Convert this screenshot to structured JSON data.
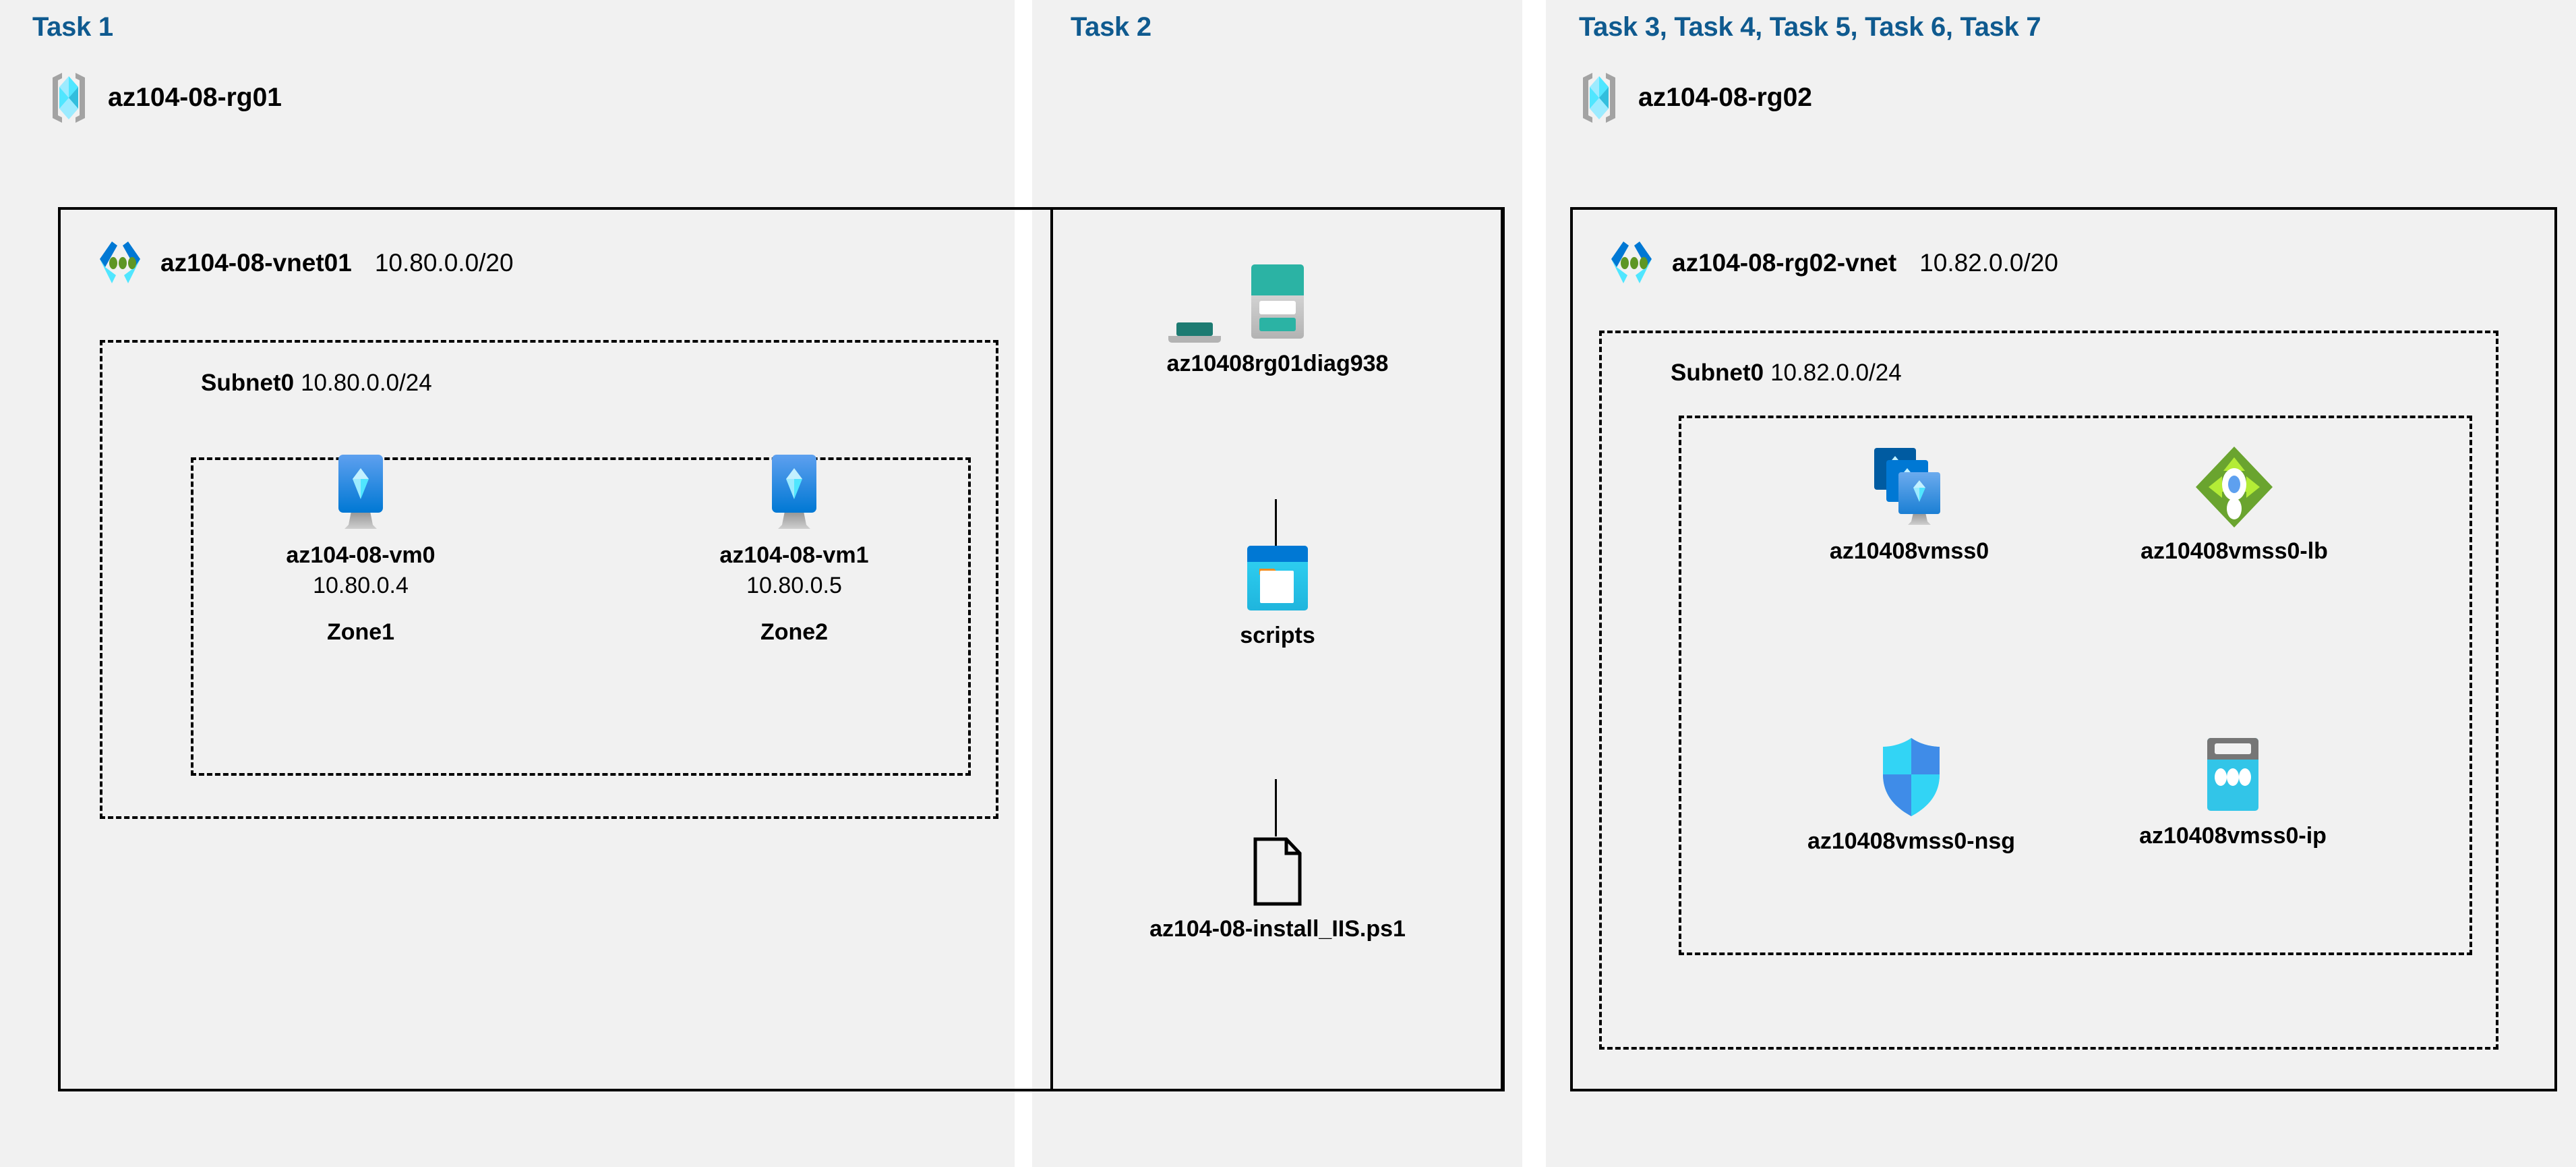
{
  "panels": [
    {
      "id": "task1",
      "heading": "Task 1"
    },
    {
      "id": "task2",
      "heading": "Task 2"
    },
    {
      "id": "task3",
      "heading": "Task 3, Task 4, Task 5, Task 6, Task 7"
    }
  ],
  "colors": {
    "panel_background": "#f1f1f1",
    "page_background": "#ffffff",
    "heading_blue": "#0f5a8f",
    "border_black": "#000000",
    "vm_blue": "#3f8ce8",
    "vmss_dark_blue": "#005ba1",
    "lb_green": "#6aa42f",
    "storage_teal": "#2bb3a4",
    "folder_blue": "#32bedd",
    "nsg_blue": "#32bedd",
    "ip_teal": "#32c5e8",
    "rg_cyan": "#50e6ff",
    "vnet_green_dot": "#5e9624"
  },
  "task1": {
    "heading": "Task 1",
    "resource_group": {
      "icon": "resource-group-icon",
      "name": "az104-08-rg01"
    },
    "vnet": {
      "icon": "virtual-network-icon",
      "name": "az104-08-vnet01",
      "cidr": "10.80.0.0/20"
    },
    "subnet": {
      "name": "Subnet0",
      "cidr": "10.80.0.0/24"
    },
    "vms": [
      {
        "icon": "virtual-machine-icon",
        "name": "az104-08-vm0",
        "ip": "10.80.0.4",
        "zone": "Zone1"
      },
      {
        "icon": "virtual-machine-icon",
        "name": "az104-08-vm1",
        "ip": "10.80.0.5",
        "zone": "Zone2"
      }
    ]
  },
  "task2": {
    "heading": "Task 2",
    "storage_account": {
      "icon": "storage-account-icon",
      "name": "az10408rg01diag938"
    },
    "container": {
      "icon": "blob-container-icon",
      "name": "scripts"
    },
    "file": {
      "icon": "file-icon",
      "name": "az104-08-install_IIS.ps1"
    }
  },
  "task3": {
    "heading": "Task 3, Task 4, Task 5, Task 6, Task 7",
    "resource_group": {
      "icon": "resource-group-icon",
      "name": "az104-08-rg02"
    },
    "vnet": {
      "icon": "virtual-network-icon",
      "name": "az104-08-rg02-vnet",
      "cidr": "10.82.0.0/20"
    },
    "subnet": {
      "name": "Subnet0",
      "cidr": "10.82.0.0/24"
    },
    "resources": [
      {
        "icon": "vm-scale-set-icon",
        "name": "az10408vmss0"
      },
      {
        "icon": "load-balancer-icon",
        "name": "az10408vmss0-lb"
      },
      {
        "icon": "network-security-group-icon",
        "name": "az10408vmss0-nsg"
      },
      {
        "icon": "public-ip-address-icon",
        "name": "az10408vmss0-ip"
      }
    ]
  }
}
